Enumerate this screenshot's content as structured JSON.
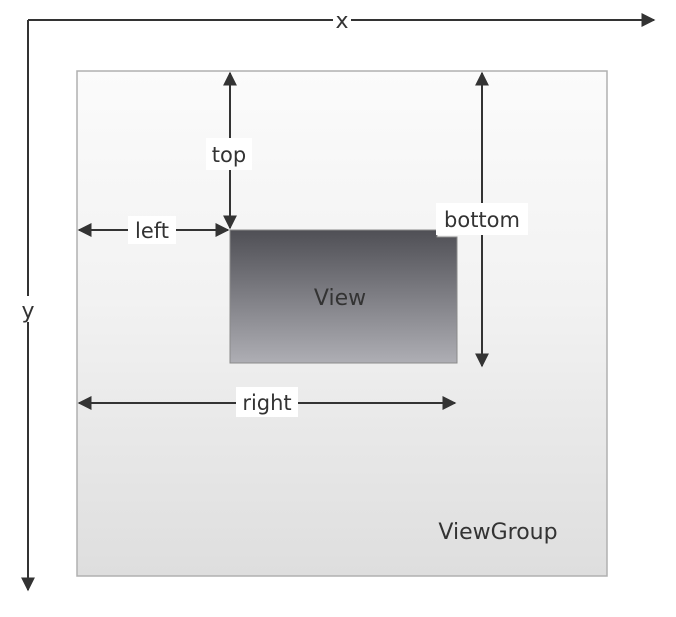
{
  "axes": {
    "x_label": "x",
    "y_label": "y"
  },
  "container": {
    "label": "ViewGroup"
  },
  "view": {
    "label": "View"
  },
  "measurements": {
    "left": "left",
    "top": "top",
    "right": "right",
    "bottom": "bottom"
  },
  "colors": {
    "line": "#333333",
    "view_top": "#4f4f55",
    "view_bottom": "#aeaeb4",
    "group_top": "#fbfbfb",
    "group_bottom": "#dedede"
  }
}
